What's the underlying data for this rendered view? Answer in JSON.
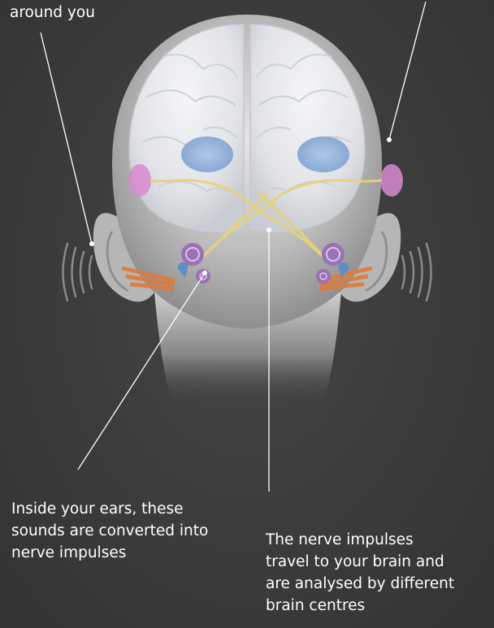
{
  "captions": {
    "top_left": [
      "around you"
    ],
    "bottom_left": [
      "Inside your ears, these",
      "sounds are converted into",
      "nerve impulses"
    ],
    "bottom_right": [
      "The nerve impulses",
      "travel to your brain and",
      "are analysed by different",
      "brain centres"
    ]
  },
  "colors": {
    "background": "#3c3c3c",
    "text": "#ffffff",
    "leader_line": "#ffffff",
    "brain": "#e9ebee",
    "head_skin": "#cfcfcf",
    "nerve": "#e8d27a",
    "auditory_cortex": "#d78ad0",
    "brain_centre": "#8db0d9",
    "sound_waves": "#8a8a8a",
    "inner_ear": "#9a72b5"
  },
  "icons": [
    "head-illustration",
    "brain-icon",
    "ear-icon",
    "sound-wave-icon",
    "nerve-pathway-icon"
  ]
}
